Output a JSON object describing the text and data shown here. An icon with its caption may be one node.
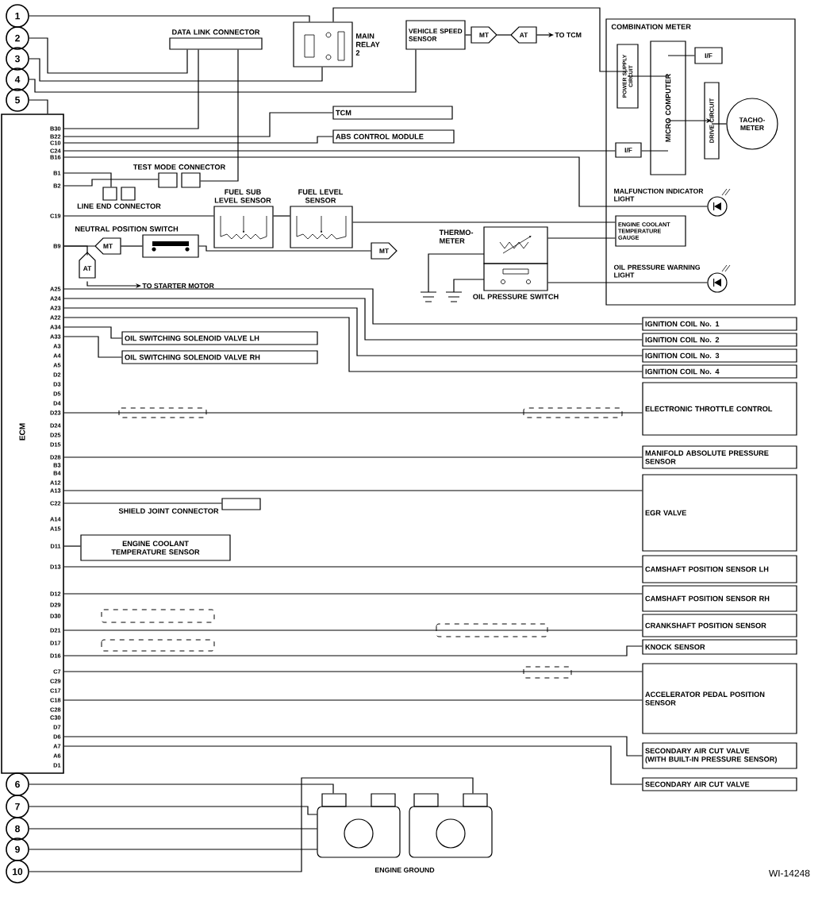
{
  "diagram": {
    "nodes": [
      {
        "text": [
          "1"
        ]
      },
      {
        "text": [
          "2"
        ]
      },
      {
        "text": [
          "3"
        ]
      },
      {
        "text": [
          "4"
        ]
      },
      {
        "text": [
          "5"
        ]
      },
      {
        "text": [
          "6"
        ]
      },
      {
        "text": [
          "7"
        ]
      },
      {
        "text": [
          "8"
        ]
      },
      {
        "text": [
          "9"
        ]
      },
      {
        "text": [
          "10"
        ]
      },
      {
        "text": [
          "ECM"
        ]
      },
      {
        "text": [
          "DATA LINK CONNECTOR"
        ]
      },
      {
        "text": [
          "MAIN RELAY 2"
        ]
      },
      {
        "text": [
          "VEHICLE SPEED SENSOR"
        ]
      },
      {
        "text": [
          "MT"
        ]
      },
      {
        "text": [
          "AT"
        ]
      },
      {
        "text": [
          "TO TCM"
        ]
      },
      {
        "text": [
          "COMBINATION METER"
        ]
      },
      {
        "text": [
          "POWER SUPPLY CIRCUIT"
        ],
        "in": 17
      },
      {
        "text": [
          "MICRO COMPUTER"
        ],
        "in": 17
      },
      {
        "text": [
          "I/F"
        ],
        "in": 17
      },
      {
        "text": [
          "DRIVE CIRCUIT"
        ],
        "in": 17
      },
      {
        "text": [
          "TACHO- METER"
        ],
        "in": 17
      },
      {
        "text": [
          "I/F"
        ],
        "in": 17
      },
      {
        "text": [],
        "shape": "circle",
        "beside": [
          "MALFUNCTION INDICATOR LIGHT"
        ],
        "in": 17
      },
      {
        "text": [
          "ENGINE COOLANT TEMPERATURE GAUGE"
        ],
        "in": 17
      },
      {
        "text": [],
        "shape": "circle",
        "beside": [
          "OIL PRESSURE WARNING LIGHT"
        ],
        "in": 17
      },
      {
        "text": [
          "THERMO- METER"
        ]
      },
      {
        "text": [
          "OIL PRESSURE SWITCH"
        ]
      },
      {
        "text": [
          "TCM"
        ]
      },
      {
        "text": [
          "ABS CONTROL MODULE"
        ]
      },
      {
        "text": [
          "TEST MODE CONNECTOR"
        ]
      },
      {
        "text": [
          "LINE END CONNECTOR"
        ]
      },
      {
        "text": [
          "FUEL SUB LEVEL SENSOR"
        ]
      },
      {
        "text": [
          "FUEL LEVEL SENSOR"
        ]
      },
      {
        "text": [
          "NEUTRAL POSITION SWITCH"
        ]
      },
      {
        "text": [
          "MT"
        ]
      },
      {
        "text": [
          "AT"
        ]
      },
      {
        "text": [
          "TO STARTER MOTOR"
        ]
      },
      {
        "text": [
          "MT"
        ]
      },
      {
        "text": [
          "OIL SWITCHING SOLENOID VALVE LH"
        ]
      },
      {
        "text": [
          "OIL SWITCHING SOLENOID VALVE RH"
        ]
      },
      {
        "text": [
          "SHIELD JOINT CONNECTOR"
        ]
      },
      {
        "text": [
          "ENGINE COOLANT TEMPERATURE SENSOR"
        ]
      },
      {
        "text": [
          "IGNITION COIL No. 1"
        ]
      },
      {
        "text": [
          "IGNITION COIL No. 2"
        ]
      },
      {
        "text": [
          "IGNITION COIL No. 3"
        ]
      },
      {
        "text": [
          "IGNITION COIL No. 4"
        ]
      },
      {
        "text": [
          "ELECTRONIC THROTTLE CONTROL"
        ]
      },
      {
        "text": [
          "MANIFOLD ABSOLUTE PRESSURE SENSOR"
        ]
      },
      {
        "text": [
          "EGR VALVE"
        ]
      },
      {
        "text": [
          "CAMSHAFT POSITION SENSOR LH"
        ]
      },
      {
        "text": [
          "CAMSHAFT POSITION SENSOR RH"
        ]
      },
      {
        "text": [
          "CRANKSHAFT POSITION SENSOR"
        ]
      },
      {
        "text": [
          "KNOCK SENSOR"
        ]
      },
      {
        "text": [
          "ACCELERATOR PEDAL POSITION SENSOR"
        ]
      },
      {
        "text": [
          "SECONDARY AIR CUT VALVE",
          "(WITH BUILT-IN PRESSURE SENSOR)"
        ]
      },
      {
        "text": [
          "SECONDARY AIR CUT VALVE"
        ]
      },
      {
        "text": [],
        "shape": "picture"
      },
      {
        "text": [],
        "shape": "picture"
      }
    ],
    "edges": [
      {
        "from": 0,
        "to": 12,
        "arrow": "none"
      },
      {
        "from": 12,
        "to": 18,
        "arrow": "none"
      },
      {
        "from": 1,
        "to": 11,
        "arrow": "none"
      },
      {
        "from": 2,
        "to": 12,
        "arrow": "none"
      },
      {
        "from": 3,
        "to": 13,
        "arrow": "none"
      },
      {
        "from": 4,
        "to": 10,
        "arrow": "none"
      },
      {
        "from": 10,
        "to": 11,
        "arrow": "none"
      },
      {
        "from": 10,
        "to": 29,
        "arrow": "none"
      },
      {
        "from": 10,
        "to": 30,
        "arrow": "none"
      },
      {
        "from": 10,
        "to": 23,
        "arrow": "none"
      },
      {
        "from": 10,
        "to": 24,
        "arrow": "none"
      },
      {
        "from": 10,
        "to": 32,
        "arrow": "none"
      },
      {
        "from": 10,
        "to": 31,
        "arrow": "none"
      },
      {
        "from": 11,
        "to": 31,
        "arrow": "none"
      },
      {
        "from": 10,
        "to": 33,
        "arrow": "none"
      },
      {
        "from": 33,
        "to": 34,
        "arrow": "none"
      },
      {
        "from": 34,
        "to": 25,
        "arrow": "none"
      },
      {
        "from": 35,
        "to": 36,
        "arrow": "none"
      },
      {
        "from": 36,
        "to": 10,
        "arrow": "none"
      },
      {
        "from": 37,
        "to": 38,
        "arrow": "to"
      },
      {
        "from": 37,
        "to": 10,
        "arrow": "none"
      },
      {
        "from": 35,
        "to": 39,
        "arrow": "none"
      },
      {
        "from": 13,
        "to": 14,
        "arrow": "none"
      },
      {
        "from": 14,
        "to": 15,
        "arrow": "none"
      },
      {
        "from": 15,
        "to": 16,
        "arrow": "to"
      },
      {
        "from": 18,
        "to": 19,
        "arrow": "none"
      },
      {
        "from": 19,
        "to": 20,
        "arrow": "none"
      },
      {
        "from": 19,
        "to": 21,
        "arrow": "to"
      },
      {
        "from": 21,
        "to": 22,
        "arrow": "none"
      },
      {
        "from": 23,
        "to": 19,
        "arrow": "none"
      },
      {
        "from": 27,
        "to": 25,
        "arrow": "none"
      },
      {
        "from": 28,
        "to": 26,
        "arrow": "none"
      },
      {
        "from": 10,
        "to": 44,
        "arrow": "none"
      },
      {
        "from": 10,
        "to": 45,
        "arrow": "none"
      },
      {
        "from": 10,
        "to": 46,
        "arrow": "none"
      },
      {
        "from": 10,
        "to": 47,
        "arrow": "none"
      },
      {
        "from": 10,
        "to": 40,
        "arrow": "none"
      },
      {
        "from": 10,
        "to": 41,
        "arrow": "none"
      },
      {
        "from": 10,
        "to": 48,
        "arrow": "none"
      },
      {
        "from": 10,
        "to": 49,
        "arrow": "none"
      },
      {
        "from": 10,
        "to": 42,
        "arrow": "none"
      },
      {
        "from": 10,
        "to": 50,
        "arrow": "none"
      },
      {
        "from": 10,
        "to": 43,
        "arrow": "none"
      },
      {
        "from": 10,
        "to": 51,
        "arrow": "none"
      },
      {
        "from": 10,
        "to": 52,
        "arrow": "none"
      },
      {
        "from": 10,
        "to": 53,
        "arrow": "none"
      },
      {
        "from": 10,
        "to": 54,
        "arrow": "none"
      },
      {
        "from": 10,
        "to": 55,
        "arrow": "none"
      },
      {
        "from": 10,
        "to": 55,
        "arrow": "none"
      },
      {
        "from": 10,
        "to": 56,
        "arrow": "none"
      },
      {
        "from": 10,
        "to": 57,
        "arrow": "none"
      },
      {
        "from": 5,
        "to": 58,
        "arrow": "none"
      },
      {
        "from": 6,
        "to": 58,
        "arrow": "none"
      },
      {
        "from": 7,
        "to": 58,
        "arrow": "none"
      },
      {
        "from": 8,
        "to": 58,
        "arrow": "none"
      },
      {
        "from": 9,
        "to": 59,
        "arrow": "none"
      }
    ],
    "labels": [
      "B30",
      "B22",
      "C10",
      "C24",
      "B16",
      "B1",
      "B2",
      "C19",
      "B9",
      "A25",
      "A24",
      "A23",
      "A22",
      "A34",
      "A33",
      "A3",
      "A4",
      "A5",
      "D2",
      "D3",
      "D5",
      "D4",
      "D23",
      "D24",
      "D25",
      "D15",
      "D28",
      "B3",
      "B4",
      "A12",
      "A13",
      "C22",
      "A14",
      "A15",
      "D11",
      "D13",
      "D12",
      "D29",
      "D30",
      "D21",
      "D17",
      "D16",
      "C7",
      "C29",
      "C17",
      "C18",
      "C28",
      "C30",
      "D7",
      "D6",
      "A7",
      "A6",
      "D1",
      "ENGINE GROUND",
      "WI-14248"
    ]
  }
}
